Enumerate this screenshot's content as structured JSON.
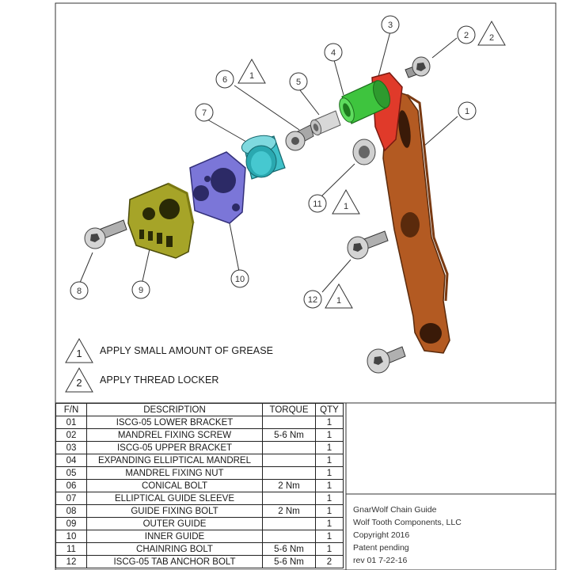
{
  "callouts": [
    {
      "num": "1"
    },
    {
      "num": "2"
    },
    {
      "num": "3"
    },
    {
      "num": "4"
    },
    {
      "num": "5"
    },
    {
      "num": "6"
    },
    {
      "num": "7"
    },
    {
      "num": "8"
    },
    {
      "num": "9"
    },
    {
      "num": "10"
    },
    {
      "num": "11"
    },
    {
      "num": "12"
    }
  ],
  "flags": {
    "part2": "2",
    "part6": "1",
    "part11": "1",
    "part12": "1"
  },
  "notes": [
    {
      "symbol": "1",
      "text": "APPLY SMALL AMOUNT OF GREASE"
    },
    {
      "symbol": "2",
      "text": "APPLY THREAD LOCKER"
    }
  ],
  "bom": {
    "headers": {
      "fn": "F/N",
      "description": "DESCRIPTION",
      "torque": "TORQUE",
      "qty": "QTY"
    },
    "rows": [
      {
        "fn": "01",
        "description": "ISCG-05 LOWER BRACKET",
        "torque": "",
        "qty": "1"
      },
      {
        "fn": "02",
        "description": "MANDREL FIXING SCREW",
        "torque": "5-6 Nm",
        "qty": "1"
      },
      {
        "fn": "03",
        "description": "ISCG-05 UPPER BRACKET",
        "torque": "",
        "qty": "1"
      },
      {
        "fn": "04",
        "description": "EXPANDING ELLIPTICAL  MANDREL",
        "torque": "",
        "qty": "1"
      },
      {
        "fn": "05",
        "description": "MANDREL FIXING NUT",
        "torque": "",
        "qty": "1"
      },
      {
        "fn": "06",
        "description": "CONICAL BOLT",
        "torque": "2 Nm",
        "qty": "1"
      },
      {
        "fn": "07",
        "description": "ELLIPTICAL GUIDE SLEEVE",
        "torque": "",
        "qty": "1"
      },
      {
        "fn": "08",
        "description": "GUIDE FIXING BOLT",
        "torque": "2 Nm",
        "qty": "1"
      },
      {
        "fn": "09",
        "description": "OUTER GUIDE",
        "torque": "",
        "qty": "1"
      },
      {
        "fn": "10",
        "description": "INNER GUIDE",
        "torque": "",
        "qty": "1"
      },
      {
        "fn": "11",
        "description": "CHAINRING BOLT",
        "torque": "5-6 Nm",
        "qty": "1"
      },
      {
        "fn": "12",
        "description": "ISCG-05 TAB ANCHOR BOLT",
        "torque": "5-6 Nm",
        "qty": "2"
      }
    ]
  },
  "title_block": {
    "product": "GnarWolf Chain Guide",
    "company": "Wolf Tooth Components, LLC",
    "copyright": "Copyright 2016",
    "patent": "Patent pending",
    "revision": "rev 01  7-22-16"
  },
  "colors": {
    "lower_bracket": "#b35a22",
    "upper_bracket": "#e03a2a",
    "mandrel": "#3ec43e",
    "sleeve": "#3fc0c8",
    "inner_guide": "#7b76d8",
    "outer_guide": "#a6a428",
    "hardware": "#b8b8b8"
  }
}
